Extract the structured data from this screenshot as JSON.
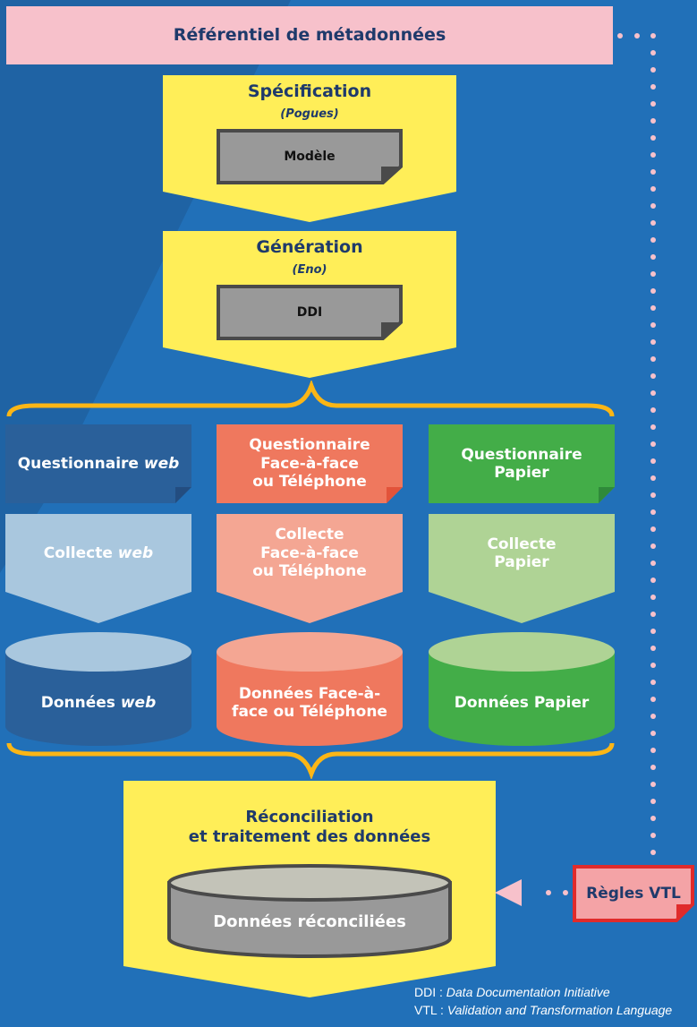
{
  "referentiel": {
    "label": "Référentiel de métadonnées"
  },
  "specification": {
    "title": "Spécification",
    "tool": "(Pogues)",
    "artifact": "Modèle"
  },
  "generation": {
    "title": "Génération",
    "tool": "(Eno)",
    "artifact": "DDI"
  },
  "columns": [
    {
      "questionnaire": [
        "Questionnaire",
        "web"
      ],
      "collecte": [
        "Collecte",
        "web"
      ],
      "donnees": [
        "Données",
        "web"
      ],
      "color": "#2a609a",
      "light": "#a9c7de"
    },
    {
      "questionnaire_lines": [
        "Questionnaire",
        "Face-à-face",
        "ou Téléphone"
      ],
      "collecte_lines": [
        "Collecte",
        "Face-à-face",
        "ou Téléphone"
      ],
      "donnees_lines": [
        "Données Face-à-",
        "face ou Téléphone"
      ],
      "color": "#ef785e",
      "light": "#f4a693"
    },
    {
      "questionnaire_lines": [
        "Questionnaire",
        "Papier"
      ],
      "collecte_lines": [
        "Collecte",
        "Papier"
      ],
      "donnees_lines": [
        "Données Papier"
      ],
      "color": "#43ad48",
      "light": "#afd395"
    }
  ],
  "reconciliation": {
    "title_lines": [
      "Réconciliation",
      "et traitement des données"
    ],
    "artifact": "Données réconciliées"
  },
  "vtl": {
    "label": "Règles VTL"
  },
  "legend": {
    "ddi_abbr": "DDI : ",
    "ddi_full": "Data Documentation Initiative",
    "vtl_abbr": "VTL : ",
    "vtl_full": "Validation and Transformation Language"
  },
  "colors": {
    "background": "#2170b8",
    "step": "#ffee58",
    "brace": "#fbb616",
    "referentiel": "#f7c1cb",
    "vtl_border": "#e02b2b",
    "vtl_fill": "#f4a3a6"
  }
}
